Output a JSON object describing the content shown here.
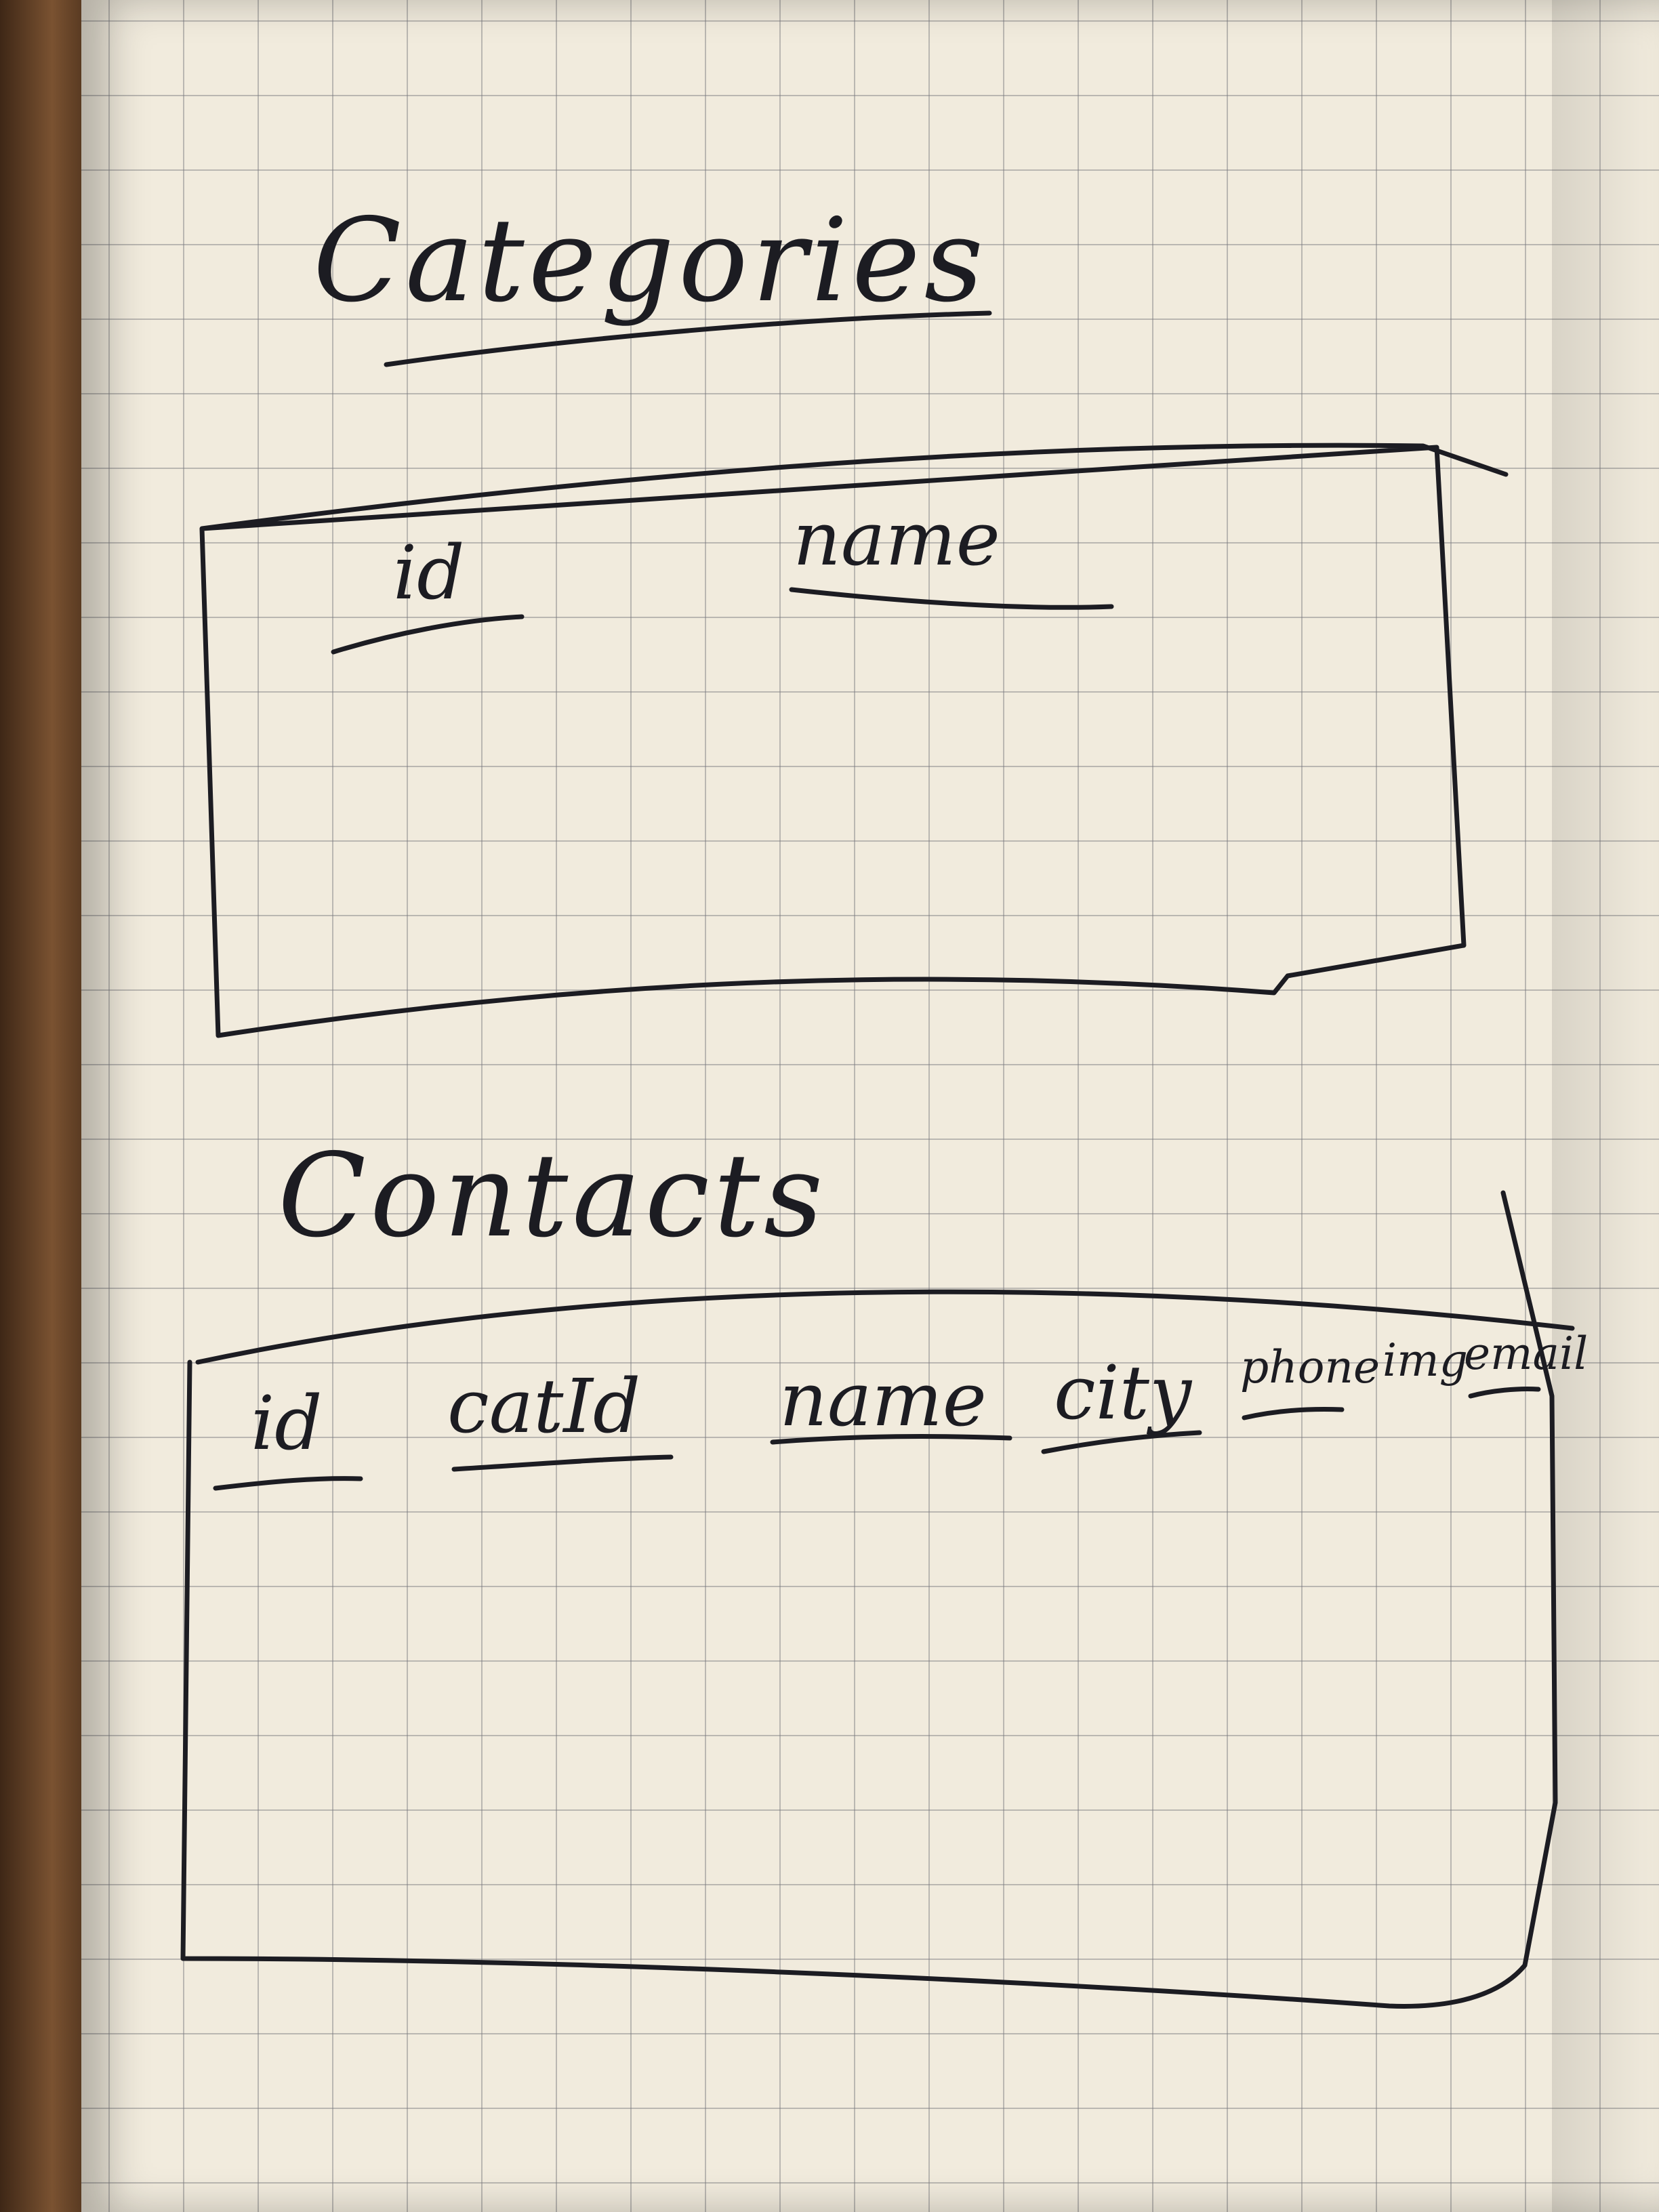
{
  "tables": [
    {
      "title": "Categories",
      "columns": [
        "id",
        "name"
      ]
    },
    {
      "title": "Contacts",
      "columns": [
        "id",
        "catId",
        "name",
        "city",
        "phone",
        "img",
        "email"
      ]
    }
  ],
  "ink_color": "#1c1c22",
  "paper_color": "#f1ebdd"
}
